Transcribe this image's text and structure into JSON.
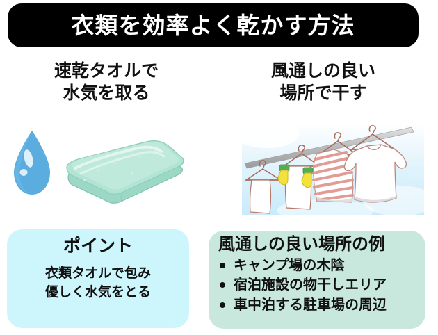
{
  "title": {
    "text": "衣類を効率よく乾かす方法",
    "background_color": "#000000",
    "text_color": "#ffffff"
  },
  "columns": [
    {
      "heading": "速乾タオルで\n水気を取る",
      "illustration": "water-drop-and-folded-towel",
      "illustration_parts": [
        "water-drop-icon",
        "folded-towel-icon"
      ]
    },
    {
      "heading": "風通しの良い\n場所で干す",
      "illustration": "laundry-hanging-on-pole",
      "illustration_parts": [
        "laundry-pole",
        "hanger",
        "striped-shirt",
        "white-shirt",
        "yellow-socks",
        "sky-background"
      ]
    }
  ],
  "cards": {
    "left": {
      "title": "ポイント",
      "body": "衣類タオルで包み\n優しく水気をとる",
      "background_color": "#ccf6fc"
    },
    "right": {
      "title": "風通しの良い場所の例",
      "background_color": "#c8e8de",
      "items": [
        "キャンプ場の木陰",
        "宿泊施設の物干しエリア",
        "車中泊する駐車場の周辺"
      ]
    }
  },
  "palette": {
    "water_drop_blue": "#5bade0",
    "towel_mint": "#a9dfd0",
    "sky_blue": "#d4eefb",
    "hanger_brown": "#a9695a",
    "stripe_pink": "#e0948e",
    "sock_yellow": "#f2e03a",
    "sock_clip_green": "#5dbb63",
    "pole_gray": "#b9b9b9"
  }
}
